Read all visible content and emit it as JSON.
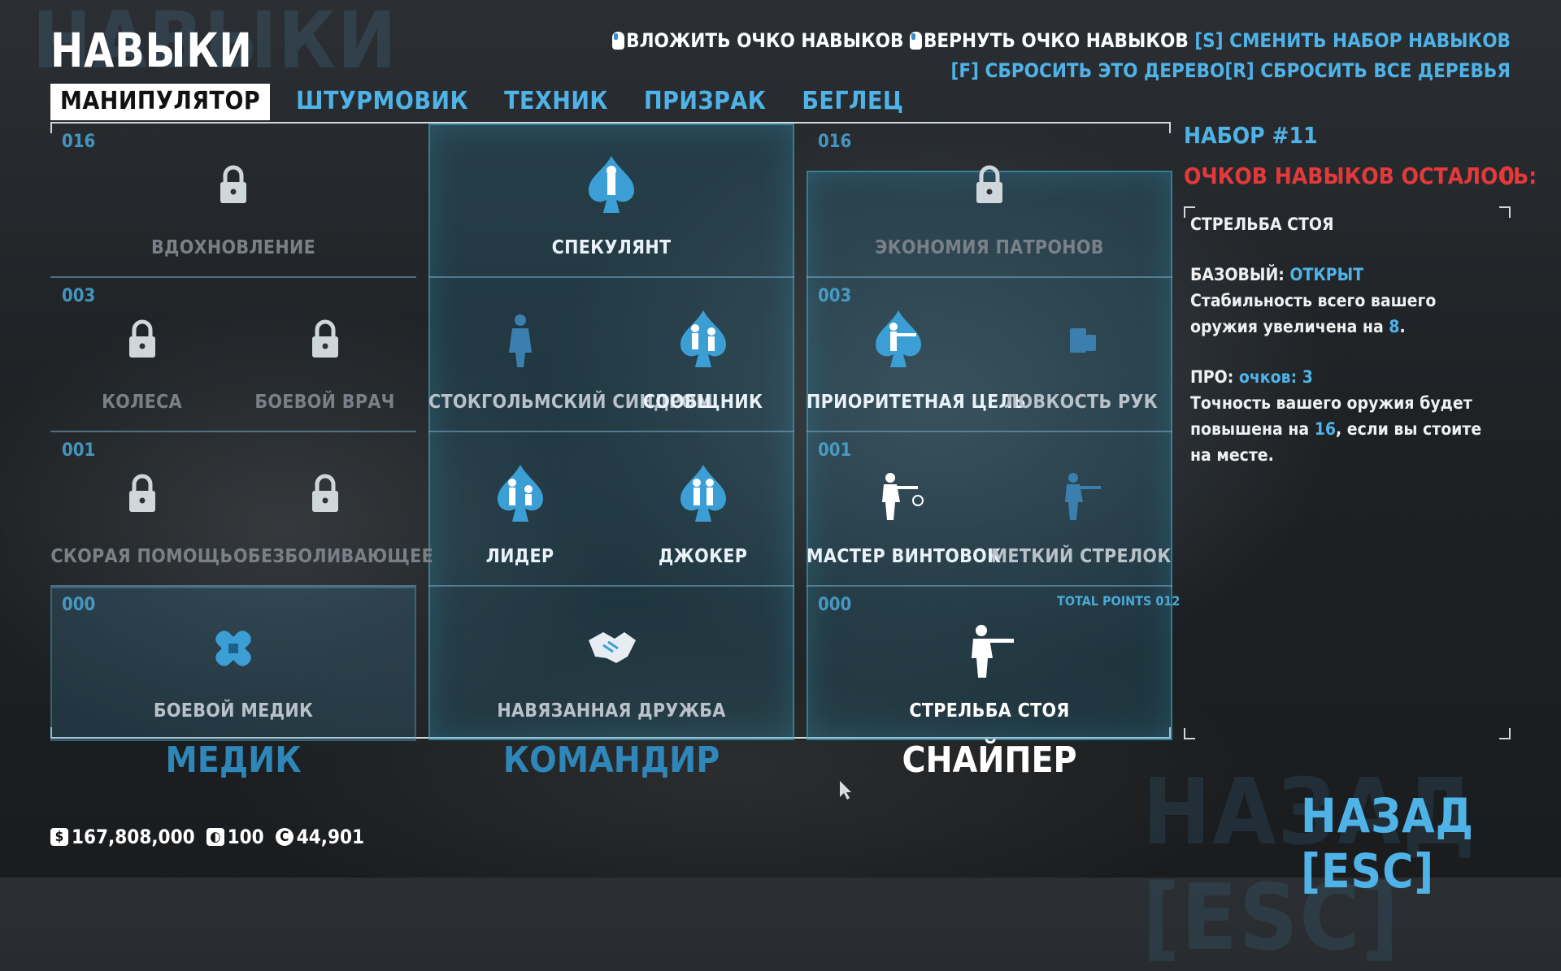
{
  "header": {
    "title": "НАВЫКИ",
    "title_bg": "НАВЫКИ"
  },
  "tabs": [
    {
      "label": "МАНИПУЛЯТОР",
      "active": true
    },
    {
      "label": "ШТУРМОВИК"
    },
    {
      "label": "ТЕХНИК"
    },
    {
      "label": "ПРИЗРАК"
    },
    {
      "label": "БЕГЛЕЦ"
    }
  ],
  "hints": {
    "invest": "ВЛОЖИТЬ ОЧКО НАВЫКОВ",
    "refund": "ВЕРНУТЬ ОЧКО НАВЫКОВ",
    "switch_set": "[S] СМЕНИТЬ НАБОР НАВЫКОВ",
    "reset_tree": "[F] СБРОСИТЬ ЭТО ДЕРЕВО",
    "reset_all": "[R] СБРОСИТЬ ВСЕ ДЕРЕВЬЯ"
  },
  "trees": [
    {
      "name": "МЕДИК",
      "tiers": [
        {
          "num": "016",
          "skills": [
            "ВДОХНОВЛЕНИЕ"
          ]
        },
        {
          "num": "003",
          "skills": [
            "КОЛЕСА",
            "БОЕВОЙ ВРАЧ"
          ]
        },
        {
          "num": "001",
          "skills": [
            "СКОРАЯ ПОМОЩЬ",
            "ОБЕЗБОЛИВАЮЩЕЕ"
          ]
        },
        {
          "num": "000",
          "skills": [
            "БОЕВОЙ МЕДИК"
          ]
        }
      ]
    },
    {
      "name": "КОМАНДИР",
      "tiers": [
        {
          "skills": [
            "СПЕКУЛЯНТ"
          ]
        },
        {
          "skills": [
            "СТОКГОЛЬМСКИЙ СИНДРОМ",
            "СООБЩНИК"
          ]
        },
        {
          "skills": [
            "ЛИДЕР",
            "ДЖОКЕР"
          ]
        },
        {
          "skills": [
            "НАВЯЗАННАЯ ДРУЖБА"
          ]
        }
      ]
    },
    {
      "name": "СНАЙПЕР",
      "tiers": [
        {
          "num": "016",
          "skills": [
            "ЭКОНОМИЯ ПАТРОНОВ"
          ]
        },
        {
          "num": "003",
          "skills": [
            "ПРИОРИТЕТНАЯ ЦЕЛЬ",
            "ЛОВКОСТЬ РУК"
          ]
        },
        {
          "num": "001",
          "skills": [
            "МАСТЕР ВИНТОВОК",
            "МЕТКИЙ СТРЕЛОК"
          ]
        },
        {
          "num": "000",
          "skills": [
            "СТРЕЛЬБА СТОЯ"
          ]
        }
      ],
      "total_points_label": "TOTAL POINTS",
      "total_points_value": "012"
    }
  ],
  "sidebar": {
    "set_name": "НАБОР #11",
    "points_left_label": "ОЧКОВ НАВЫКОВ ОСТАЛОСЬ:",
    "points_left_value": "0",
    "skill_title": "СТРЕЛЬБА СТОЯ",
    "basic_label": "БАЗОВЫЙ:",
    "basic_state": "ОТКРЫТ",
    "basic_text_1": "Стабильность всего вашего оружия увеличена на",
    "basic_value": "8",
    "basic_text_2": ".",
    "pro_label": "ПРО:",
    "pro_cost": "очков: 3",
    "pro_text_1": "Точность вашего оружия будет повышена на",
    "pro_value": "16",
    "pro_text_2": ", если вы стоите на месте."
  },
  "back": {
    "label": "НАЗАД [ESC]",
    "bg": "НАЗАД [ESC]"
  },
  "currency": {
    "money": "167,808,000",
    "coins": "100",
    "continental": "44,901"
  },
  "colors": {
    "accent": "#4fb3e8",
    "warning": "#e23a3a"
  }
}
